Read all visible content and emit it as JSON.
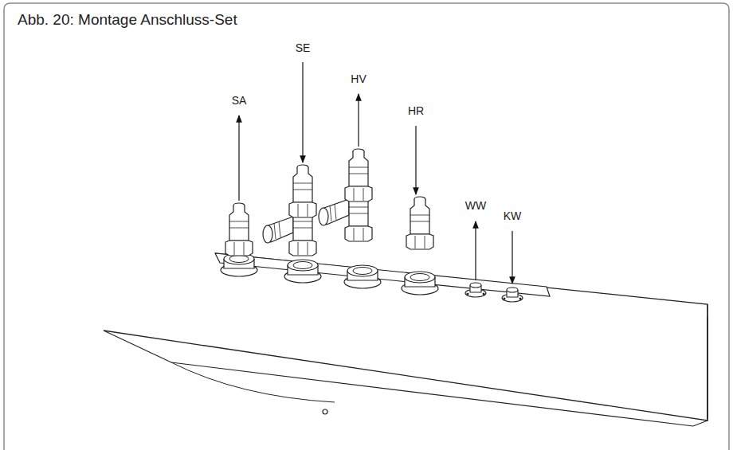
{
  "diagram": {
    "title": "Abb. 20: Montage Anschluss-Set",
    "labels": [
      "SA",
      "SE",
      "HV",
      "HR",
      "WW",
      "KW"
    ]
  }
}
